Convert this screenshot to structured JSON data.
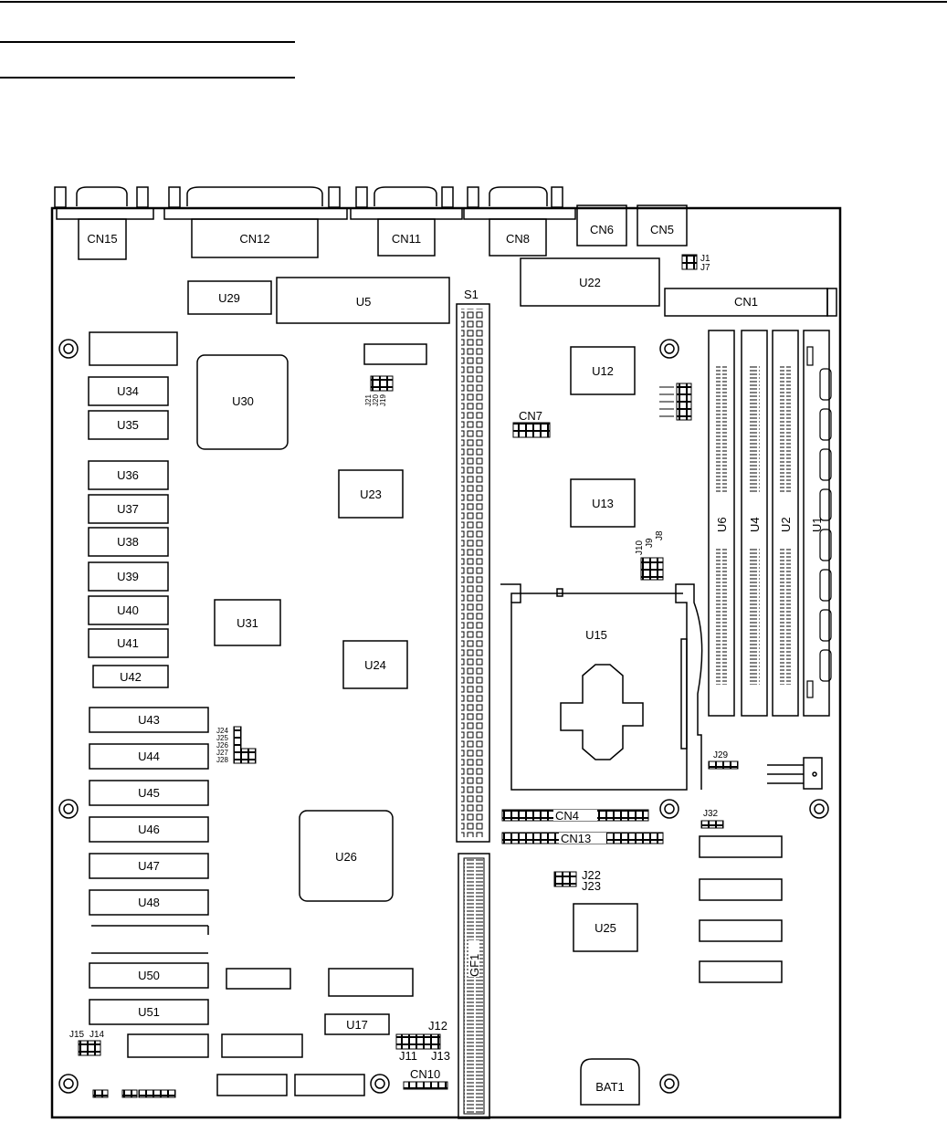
{
  "board": {
    "connectors": {
      "cn15": "CN15",
      "cn12": "CN12",
      "cn11": "CN11",
      "cn8": "CN8",
      "cn6": "CN6",
      "cn5": "CN5",
      "cn1": "CN1",
      "cn7": "CN7",
      "cn4": "CN4",
      "cn13": "CN13",
      "cn10": "CN10"
    },
    "chips": {
      "u29": "U29",
      "u5": "U5",
      "u22": "U22",
      "u34": "U34",
      "u35": "U35",
      "u30": "U30",
      "u36": "U36",
      "u37": "U37",
      "u38": "U38",
      "u39": "U39",
      "u40": "U40",
      "u41": "U41",
      "u42": "U42",
      "u43": "U43",
      "u44": "U44",
      "u45": "U45",
      "u46": "U46",
      "u47": "U47",
      "u48": "U48",
      "u50": "U50",
      "u51": "U51",
      "u23": "U23",
      "u24": "U24",
      "u31": "U31",
      "u26": "U26",
      "u12": "U12",
      "u13": "U13",
      "u15": "U15",
      "u25": "U25",
      "u17": "U17"
    },
    "slots": {
      "s1": "S1",
      "gf1": "GF1",
      "u6": "U6",
      "u4": "U4",
      "u2": "U2",
      "u1": "U1"
    },
    "jumpers": {
      "j1": "J1",
      "j7": "J7",
      "j21": "J21",
      "j20": "J20",
      "j19": "J19",
      "j10": "J10",
      "j9": "J9",
      "j8": "J8",
      "j29": "J29",
      "j32": "J32",
      "j22": "J22",
      "j23": "J23",
      "j24": "J24",
      "j25": "J25",
      "j26": "J26",
      "j27": "J27",
      "j28": "J28",
      "j12": "J12",
      "j11": "J11",
      "j13": "J13",
      "j15": "J15",
      "j14": "J14"
    },
    "battery": "BAT1"
  }
}
